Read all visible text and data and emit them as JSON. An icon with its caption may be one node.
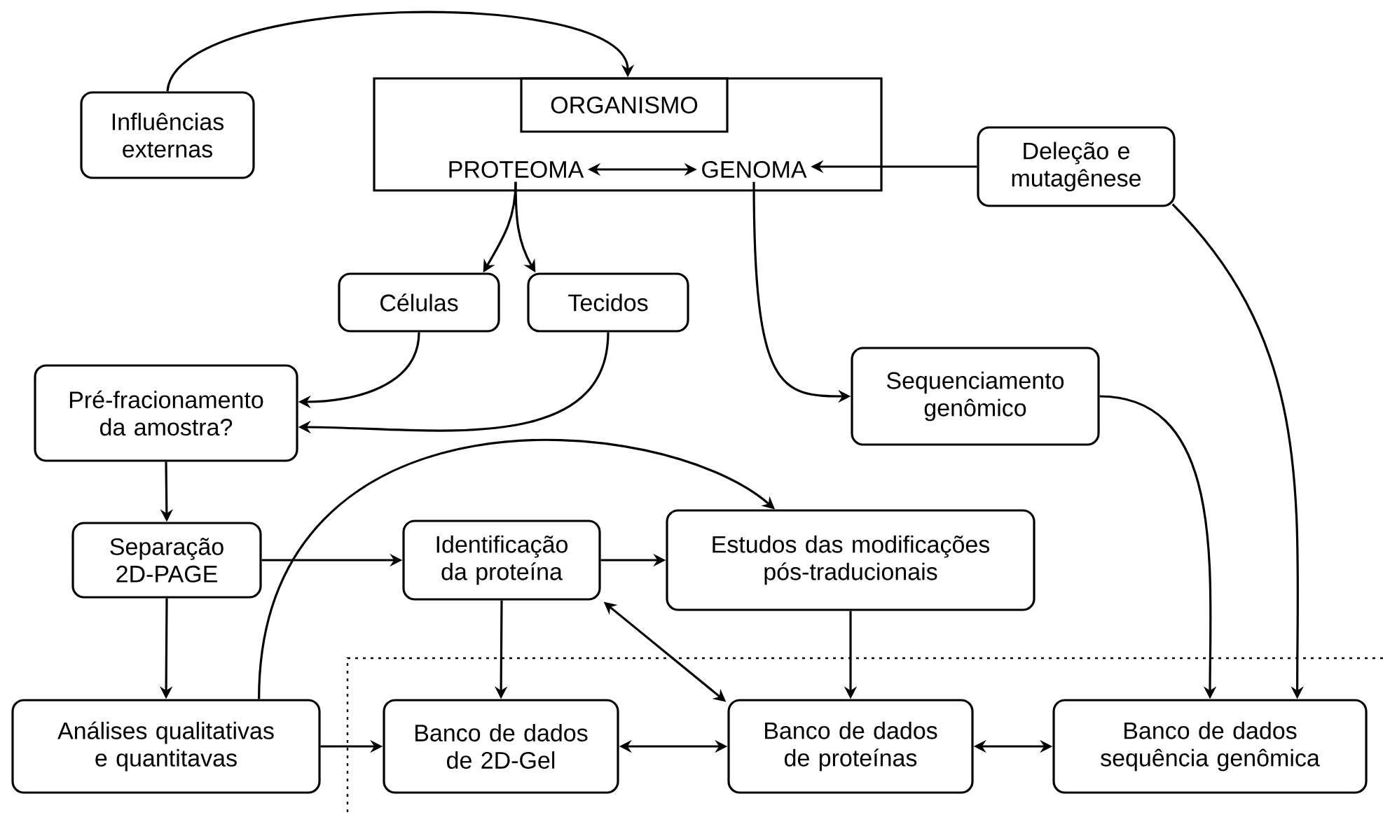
{
  "diagram": {
    "nodes": [
      {
        "text": [
          "Influências externas"
        ]
      },
      {
        "text": [],
        "shape": "box"
      },
      {
        "text": [
          "ORGANISMO"
        ],
        "in": 1
      },
      {
        "text": [
          "PROTEOMA"
        ],
        "in": 1
      },
      {
        "text": [
          "GENOMA"
        ],
        "in": 1
      },
      {
        "text": [
          "Deleção e mutagênese"
        ]
      },
      {
        "text": [
          "Células"
        ]
      },
      {
        "text": [
          "Tecidos"
        ]
      },
      {
        "text": [
          "Sequenciamento genômico"
        ]
      },
      {
        "text": [
          "Pré-fracionamento da amostra?"
        ]
      },
      {
        "text": [
          "Separação 2D-PAGE"
        ]
      },
      {
        "text": [
          "Identificação da proteína"
        ]
      },
      {
        "text": [
          "Estudos das modificações pós-traducionais"
        ]
      },
      {
        "text": [
          "Análises qualitativas e quantitavas"
        ]
      },
      {
        "text": [
          "Banco de dados de 2D-Gel"
        ]
      },
      {
        "text": [
          "Banco de dados de proteínas"
        ]
      },
      {
        "text": [
          "Banco de dados sequência genômica"
        ]
      }
    ],
    "edges": [
      {
        "from": 0,
        "to": 1,
        "arrow": "to"
      },
      {
        "from": 3,
        "to": 4,
        "arrow": "both"
      },
      {
        "from": 5,
        "to": 4,
        "arrow": "to"
      },
      {
        "from": 3,
        "to": 6,
        "arrow": "to"
      },
      {
        "from": 3,
        "to": 7,
        "arrow": "to"
      },
      {
        "from": 4,
        "to": 8,
        "arrow": "to"
      },
      {
        "from": 6,
        "to": 9,
        "arrow": "to"
      },
      {
        "from": 7,
        "to": 9,
        "arrow": "to"
      },
      {
        "from": 9,
        "to": 10,
        "arrow": "to"
      },
      {
        "from": 10,
        "to": 11,
        "arrow": "to"
      },
      {
        "from": 10,
        "to": 13,
        "arrow": "to"
      },
      {
        "from": 13,
        "to": 12,
        "arrow": "to"
      },
      {
        "from": 11,
        "to": 12,
        "arrow": "to"
      },
      {
        "from": 11,
        "to": 14,
        "arrow": "to"
      },
      {
        "from": 11,
        "to": 15,
        "arrow": "both"
      },
      {
        "from": 12,
        "to": 15,
        "arrow": "to"
      },
      {
        "from": 13,
        "to": 14,
        "arrow": "to"
      },
      {
        "from": 14,
        "to": 15,
        "arrow": "both"
      },
      {
        "from": 15,
        "to": 16,
        "arrow": "both"
      },
      {
        "from": 8,
        "to": 16,
        "arrow": "to"
      },
      {
        "from": 5,
        "to": 16,
        "arrow": "to"
      }
    ]
  }
}
